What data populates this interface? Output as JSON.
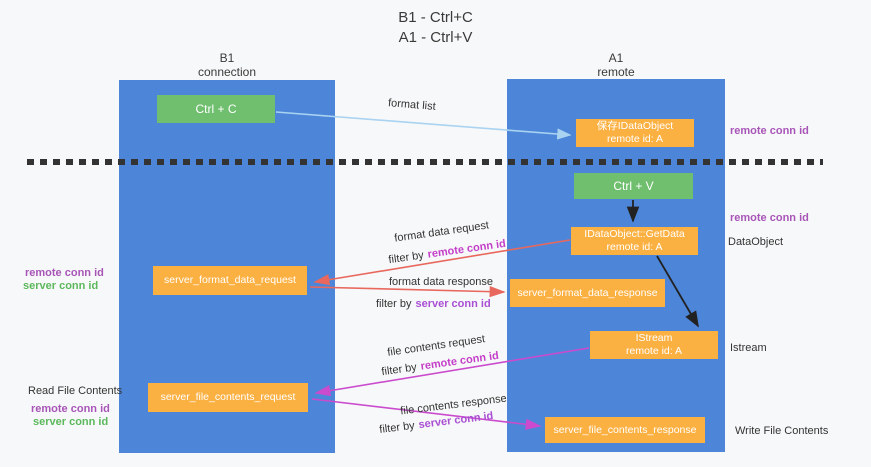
{
  "title": {
    "line1": "B1 - Ctrl+C",
    "line2": "A1 - Ctrl+V"
  },
  "columns": {
    "left": {
      "name": "B1",
      "role": "connection"
    },
    "right": {
      "name": "A1",
      "role": "remote"
    }
  },
  "nodes": {
    "ctrl_c": {
      "label": "Ctrl + C"
    },
    "ctrl_v": {
      "label": "Ctrl + V"
    },
    "save_idataobject": {
      "line1": "保存IDataObject",
      "line2": "remote id: A"
    },
    "getdata": {
      "line1": "IDataObject::GetData",
      "line2": "remote id: A"
    },
    "istream": {
      "line1": "IStream",
      "line2": "remote id: A"
    },
    "format_request": {
      "label": "server_format_data_request"
    },
    "format_response": {
      "label": "server_format_data_response"
    },
    "file_request": {
      "label": "server_file_contents_request"
    },
    "file_response": {
      "label": "server_file_contents_response"
    }
  },
  "edge_labels": {
    "format_list": "format list",
    "format_data_request": "format data request",
    "format_data_response": "format data response",
    "file_contents_request": "file contents request",
    "file_contents_response": "file contents response",
    "filter_by": "filter by",
    "remote_conn_id": "remote conn id",
    "server_conn_id": "server conn id"
  },
  "annotations": {
    "remote_conn_id": "remote conn id",
    "server_conn_id": "server conn id",
    "dataobject": "DataObject",
    "istream": "Istream",
    "read_file_contents": "Read File Contents",
    "write_file_contents": "Write File Contents"
  },
  "colors": {
    "column_fill": "#4d86d8",
    "action_fill": "#6fbf6f",
    "message_fill": "#fbb042",
    "arrow_blue": "#a9d3f1",
    "arrow_red": "#e8685e",
    "arrow_magenta": "#cb4bce",
    "arrow_black": "#222222",
    "remote_conn_text": "#a855b8",
    "server_conn_text": "#5cb85c",
    "filter_highlight": "#c43fc9"
  }
}
